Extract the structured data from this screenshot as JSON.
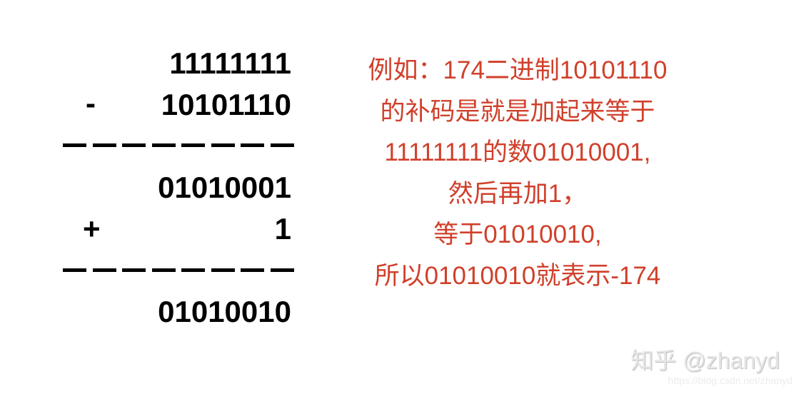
{
  "calculation": {
    "minuend": "11111111",
    "minus_sign": "-",
    "subtrahend": "10101110",
    "difference": "01010001",
    "plus_sign": "+",
    "addend": "1",
    "result": "01010010",
    "separator_dash_count": 8
  },
  "explanation": {
    "lines": [
      "例如：174二进制10101110",
      "的补码是就是加起来等于",
      "11111111的数01010001,",
      "然后再加1，",
      "等于01010010,",
      "所以01010010就表示-174"
    ],
    "color": "#d0402b"
  },
  "watermark": {
    "brand": "知乎 @zhanyd",
    "url": "https://blog.csdn.net/zhanyd"
  }
}
